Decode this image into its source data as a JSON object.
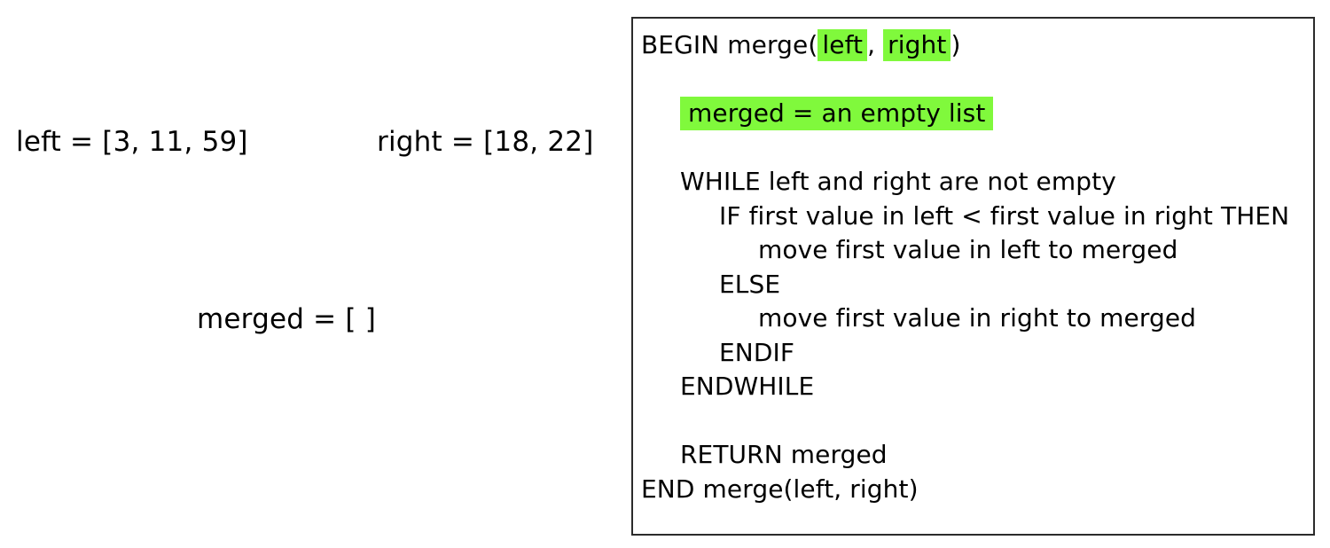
{
  "accent": {
    "highlight_green": "#80f93c",
    "box_border": "#2b2b2b",
    "text": "#000000",
    "background": "#ffffff"
  },
  "state_panel": {
    "left_variable": "left = [3, 11, 59]",
    "right_variable": "right = [18, 22]",
    "merged_variable": "merged = [ ]"
  },
  "pseudocode": {
    "title": "merge",
    "lines": [
      {
        "indent": 0,
        "highlight": "none",
        "text": "BEGIN merge("
      },
      {
        "indent": 0,
        "highlight": "none",
        "text": ""
      },
      {
        "indent": 1,
        "highlight": "block",
        "text": "merged = an empty list"
      },
      {
        "indent": 0,
        "highlight": "none",
        "text": ""
      },
      {
        "indent": 1,
        "highlight": "none",
        "text": "WHILE left and right are not empty"
      },
      {
        "indent": 2,
        "highlight": "none",
        "text": "IF first value in left < first value in right THEN"
      },
      {
        "indent": 3,
        "highlight": "none",
        "text": "move first value in left to merged"
      },
      {
        "indent": 2,
        "highlight": "none",
        "text": "ELSE"
      },
      {
        "indent": 3,
        "highlight": "none",
        "text": "move first value in right to merged"
      },
      {
        "indent": 2,
        "highlight": "none",
        "text": "ENDIF"
      },
      {
        "indent": 1,
        "highlight": "none",
        "text": "ENDWHILE"
      },
      {
        "indent": 0,
        "highlight": "none",
        "text": ""
      },
      {
        "indent": 1,
        "highlight": "none",
        "text": "RETURN merged"
      },
      {
        "indent": 0,
        "highlight": "none",
        "text": "END merge(left, right)"
      }
    ],
    "begin_line": {
      "prefix": "BEGIN merge(",
      "param1": "left",
      "separator": ",",
      "param2": "right",
      "suffix": ")"
    },
    "merged_init_line": "merged = an empty list",
    "while_line": "WHILE left and right are not empty",
    "if_line": "IF first value in left < first value in right THEN",
    "move_left_line": "move first value in left to merged",
    "else_line": "ELSE",
    "move_right_line": "move first value in right to merged",
    "endif_line": "ENDIF",
    "endwhile_line": "ENDWHILE",
    "return_line": "RETURN merged",
    "end_line": "END merge(left, right)"
  }
}
